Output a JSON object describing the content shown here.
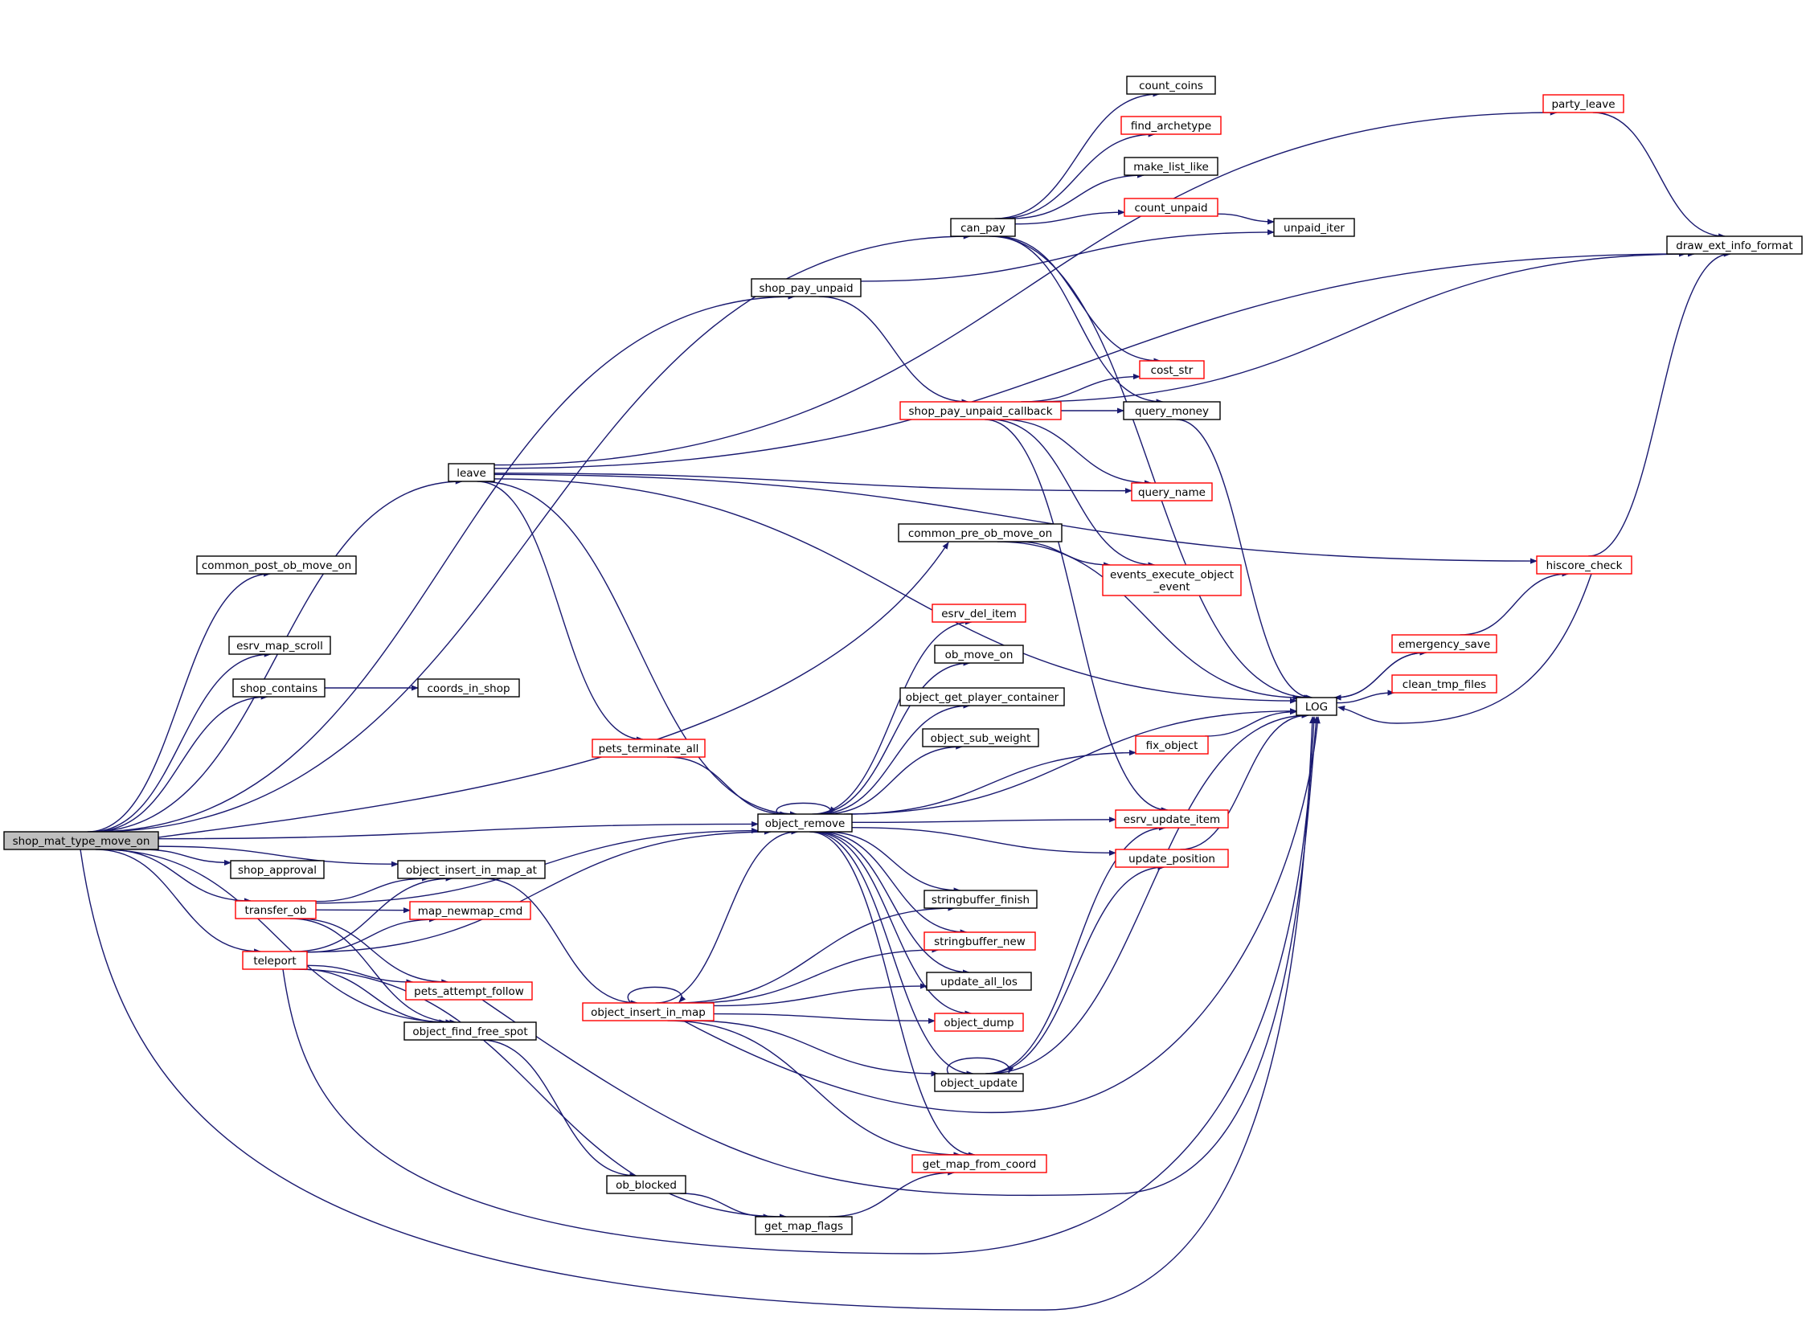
{
  "diagram": {
    "nodes": [
      {
        "id": "shop_mat_type_move_on",
        "label": "shop_mat_type_move_on",
        "style": "root"
      },
      {
        "id": "can_pay",
        "label": "can_pay",
        "style": "black"
      },
      {
        "id": "shop_pay_unpaid",
        "label": "shop_pay_unpaid",
        "style": "black"
      },
      {
        "id": "leave",
        "label": "leave",
        "style": "black"
      },
      {
        "id": "common_post_ob_move_on",
        "label": "common_post_ob_move_on",
        "style": "black"
      },
      {
        "id": "esrv_map_scroll",
        "label": "esrv_map_scroll",
        "style": "black"
      },
      {
        "id": "shop_contains",
        "label": "shop_contains",
        "style": "black"
      },
      {
        "id": "coords_in_shop",
        "label": "coords_in_shop",
        "style": "black"
      },
      {
        "id": "common_pre_ob_move_on",
        "label": "common_pre_ob_move_on",
        "style": "black"
      },
      {
        "id": "pets_terminate_all",
        "label": "pets_terminate_all",
        "style": "red"
      },
      {
        "id": "object_remove",
        "label": "object_remove",
        "style": "black"
      },
      {
        "id": "shop_approval",
        "label": "shop_approval",
        "style": "black"
      },
      {
        "id": "object_insert_in_map_at",
        "label": "object_insert_in_map_at",
        "style": "black"
      },
      {
        "id": "transfer_ob",
        "label": "transfer_ob",
        "style": "red"
      },
      {
        "id": "map_newmap_cmd",
        "label": "map_newmap_cmd",
        "style": "red"
      },
      {
        "id": "teleport",
        "label": "teleport",
        "style": "red"
      },
      {
        "id": "pets_attempt_follow",
        "label": "pets_attempt_follow",
        "style": "red"
      },
      {
        "id": "object_find_free_spot",
        "label": "object_find_free_spot",
        "style": "black"
      },
      {
        "id": "object_insert_in_map",
        "label": "object_insert_in_map",
        "style": "red"
      },
      {
        "id": "ob_blocked",
        "label": "ob_blocked",
        "style": "black"
      },
      {
        "id": "get_map_flags",
        "label": "get_map_flags",
        "style": "black"
      },
      {
        "id": "get_map_from_coord",
        "label": "get_map_from_coord",
        "style": "red"
      },
      {
        "id": "object_update",
        "label": "object_update",
        "style": "black"
      },
      {
        "id": "object_dump",
        "label": "object_dump",
        "style": "red"
      },
      {
        "id": "update_all_los",
        "label": "update_all_los",
        "style": "black"
      },
      {
        "id": "stringbuffer_new",
        "label": "stringbuffer_new",
        "style": "red"
      },
      {
        "id": "stringbuffer_finish",
        "label": "stringbuffer_finish",
        "style": "black"
      },
      {
        "id": "esrv_del_item",
        "label": "esrv_del_item",
        "style": "red"
      },
      {
        "id": "ob_move_on",
        "label": "ob_move_on",
        "style": "black"
      },
      {
        "id": "object_get_player_container",
        "label": "object_get_player_container",
        "style": "black"
      },
      {
        "id": "object_sub_weight",
        "label": "object_sub_weight",
        "style": "black"
      },
      {
        "id": "shop_pay_unpaid_callback",
        "label": "shop_pay_unpaid_callback",
        "style": "red"
      },
      {
        "id": "count_coins",
        "label": "count_coins",
        "style": "black"
      },
      {
        "id": "find_archetype",
        "label": "find_archetype",
        "style": "red"
      },
      {
        "id": "make_list_like",
        "label": "make_list_like",
        "style": "black"
      },
      {
        "id": "count_unpaid",
        "label": "count_unpaid",
        "style": "red"
      },
      {
        "id": "unpaid_iter",
        "label": "unpaid_iter",
        "style": "black"
      },
      {
        "id": "cost_str",
        "label": "cost_str",
        "style": "red"
      },
      {
        "id": "query_money",
        "label": "query_money",
        "style": "black"
      },
      {
        "id": "query_name",
        "label": "query_name",
        "style": "red"
      },
      {
        "id": "events_execute_object_event",
        "label": "events_execute_object\n_event",
        "style": "red"
      },
      {
        "id": "fix_object",
        "label": "fix_object",
        "style": "red"
      },
      {
        "id": "esrv_update_item",
        "label": "esrv_update_item",
        "style": "red"
      },
      {
        "id": "update_position",
        "label": "update_position",
        "style": "red"
      },
      {
        "id": "LOG",
        "label": "LOG",
        "style": "black"
      },
      {
        "id": "emergency_save",
        "label": "emergency_save",
        "style": "red"
      },
      {
        "id": "clean_tmp_files",
        "label": "clean_tmp_files",
        "style": "red"
      },
      {
        "id": "hiscore_check",
        "label": "hiscore_check",
        "style": "red"
      },
      {
        "id": "party_leave",
        "label": "party_leave",
        "style": "red"
      },
      {
        "id": "draw_ext_info_format",
        "label": "draw_ext_info_format",
        "style": "black"
      }
    ],
    "edges": [
      {
        "from": "shop_mat_type_move_on",
        "to": "can_pay"
      },
      {
        "from": "shop_mat_type_move_on",
        "to": "shop_pay_unpaid"
      },
      {
        "from": "shop_mat_type_move_on",
        "to": "leave"
      },
      {
        "from": "shop_mat_type_move_on",
        "to": "common_post_ob_move_on"
      },
      {
        "from": "shop_mat_type_move_on",
        "to": "esrv_map_scroll"
      },
      {
        "from": "shop_mat_type_move_on",
        "to": "shop_contains"
      },
      {
        "from": "shop_mat_type_move_on",
        "to": "common_pre_ob_move_on"
      },
      {
        "from": "shop_mat_type_move_on",
        "to": "object_remove"
      },
      {
        "from": "shop_mat_type_move_on",
        "to": "object_insert_in_map_at"
      },
      {
        "from": "shop_mat_type_move_on",
        "to": "shop_approval"
      },
      {
        "from": "shop_mat_type_move_on",
        "to": "transfer_ob"
      },
      {
        "from": "shop_mat_type_move_on",
        "to": "teleport"
      },
      {
        "from": "shop_mat_type_move_on",
        "to": "object_find_free_spot"
      },
      {
        "from": "shop_mat_type_move_on",
        "to": "LOG"
      },
      {
        "from": "shop_contains",
        "to": "coords_in_shop"
      },
      {
        "from": "leave",
        "to": "party_leave"
      },
      {
        "from": "leave",
        "to": "draw_ext_info_format"
      },
      {
        "from": "leave",
        "to": "hiscore_check"
      },
      {
        "from": "leave",
        "to": "query_name"
      },
      {
        "from": "leave",
        "to": "LOG"
      },
      {
        "from": "leave",
        "to": "pets_terminate_all"
      },
      {
        "from": "leave",
        "to": "object_remove"
      },
      {
        "from": "pets_terminate_all",
        "to": "object_remove"
      },
      {
        "from": "can_pay",
        "to": "count_coins"
      },
      {
        "from": "can_pay",
        "to": "find_archetype"
      },
      {
        "from": "can_pay",
        "to": "make_list_like"
      },
      {
        "from": "can_pay",
        "to": "count_unpaid"
      },
      {
        "from": "can_pay",
        "to": "cost_str"
      },
      {
        "from": "can_pay",
        "to": "query_money"
      },
      {
        "from": "can_pay",
        "to": "LOG"
      },
      {
        "from": "count_unpaid",
        "to": "unpaid_iter"
      },
      {
        "from": "shop_pay_unpaid",
        "to": "unpaid_iter"
      },
      {
        "from": "shop_pay_unpaid",
        "to": "shop_pay_unpaid_callback"
      },
      {
        "from": "shop_pay_unpaid_callback",
        "to": "cost_str"
      },
      {
        "from": "shop_pay_unpaid_callback",
        "to": "query_money"
      },
      {
        "from": "shop_pay_unpaid_callback",
        "to": "draw_ext_info_format"
      },
      {
        "from": "shop_pay_unpaid_callback",
        "to": "query_name"
      },
      {
        "from": "shop_pay_unpaid_callback",
        "to": "events_execute_object_event"
      },
      {
        "from": "shop_pay_unpaid_callback",
        "to": "esrv_update_item"
      },
      {
        "from": "query_money",
        "to": "LOG"
      },
      {
        "from": "common_pre_ob_move_on",
        "to": "events_execute_object_event"
      },
      {
        "from": "common_pre_ob_move_on",
        "to": "LOG"
      },
      {
        "from": "object_remove",
        "to": "esrv_del_item"
      },
      {
        "from": "object_remove",
        "to": "ob_move_on"
      },
      {
        "from": "object_remove",
        "to": "object_get_player_container"
      },
      {
        "from": "object_remove",
        "to": "object_sub_weight"
      },
      {
        "from": "object_remove",
        "to": "fix_object"
      },
      {
        "from": "object_remove",
        "to": "esrv_update_item"
      },
      {
        "from": "object_remove",
        "to": "update_position"
      },
      {
        "from": "object_remove",
        "to": "stringbuffer_finish"
      },
      {
        "from": "object_remove",
        "to": "stringbuffer_new"
      },
      {
        "from": "object_remove",
        "to": "update_all_los"
      },
      {
        "from": "object_remove",
        "to": "object_dump"
      },
      {
        "from": "object_remove",
        "to": "object_update"
      },
      {
        "from": "object_remove",
        "to": "get_map_from_coord"
      },
      {
        "from": "object_remove",
        "to": "LOG"
      },
      {
        "from": "object_remove",
        "to": "object_remove"
      },
      {
        "from": "fix_object",
        "to": "LOG"
      },
      {
        "from": "update_position",
        "to": "LOG"
      },
      {
        "from": "object_insert_in_map_at",
        "to": "object_insert_in_map"
      },
      {
        "from": "transfer_ob",
        "to": "object_insert_in_map_at"
      },
      {
        "from": "transfer_ob",
        "to": "map_newmap_cmd"
      },
      {
        "from": "transfer_ob",
        "to": "pets_attempt_follow"
      },
      {
        "from": "transfer_ob",
        "to": "object_find_free_spot"
      },
      {
        "from": "transfer_ob",
        "to": "object_remove"
      },
      {
        "from": "teleport",
        "to": "object_insert_in_map_at"
      },
      {
        "from": "teleport",
        "to": "map_newmap_cmd"
      },
      {
        "from": "teleport",
        "to": "pets_attempt_follow"
      },
      {
        "from": "teleport",
        "to": "object_find_free_spot"
      },
      {
        "from": "teleport",
        "to": "object_remove"
      },
      {
        "from": "teleport",
        "to": "get_map_flags"
      },
      {
        "from": "teleport",
        "to": "LOG"
      },
      {
        "from": "pets_attempt_follow",
        "to": "LOG"
      },
      {
        "from": "object_find_free_spot",
        "to": "ob_blocked"
      },
      {
        "from": "ob_blocked",
        "to": "get_map_flags"
      },
      {
        "from": "get_map_flags",
        "to": "get_map_from_coord"
      },
      {
        "from": "object_insert_in_map",
        "to": "object_remove"
      },
      {
        "from": "object_insert_in_map",
        "to": "stringbuffer_finish"
      },
      {
        "from": "object_insert_in_map",
        "to": "stringbuffer_new"
      },
      {
        "from": "object_insert_in_map",
        "to": "update_all_los"
      },
      {
        "from": "object_insert_in_map",
        "to": "object_dump"
      },
      {
        "from": "object_insert_in_map",
        "to": "object_update"
      },
      {
        "from": "object_insert_in_map",
        "to": "get_map_from_coord"
      },
      {
        "from": "object_insert_in_map",
        "to": "LOG"
      },
      {
        "from": "object_insert_in_map",
        "to": "object_insert_in_map"
      },
      {
        "from": "object_update",
        "to": "esrv_update_item"
      },
      {
        "from": "object_update",
        "to": "update_position"
      },
      {
        "from": "object_update",
        "to": "LOG"
      },
      {
        "from": "object_update",
        "to": "object_update"
      },
      {
        "from": "LOG",
        "to": "emergency_save"
      },
      {
        "from": "LOG",
        "to": "clean_tmp_files"
      },
      {
        "from": "emergency_save",
        "to": "LOG"
      },
      {
        "from": "emergency_save",
        "to": "hiscore_check"
      },
      {
        "from": "hiscore_check",
        "to": "LOG"
      },
      {
        "from": "hiscore_check",
        "to": "draw_ext_info_format"
      },
      {
        "from": "party_leave",
        "to": "draw_ext_info_format"
      }
    ]
  },
  "colors": {
    "edge": "#191970",
    "root_fill": "#bfbfbf",
    "black_border": "#000000",
    "red_border": "#ff0000",
    "node_fill": "#ffffff"
  }
}
